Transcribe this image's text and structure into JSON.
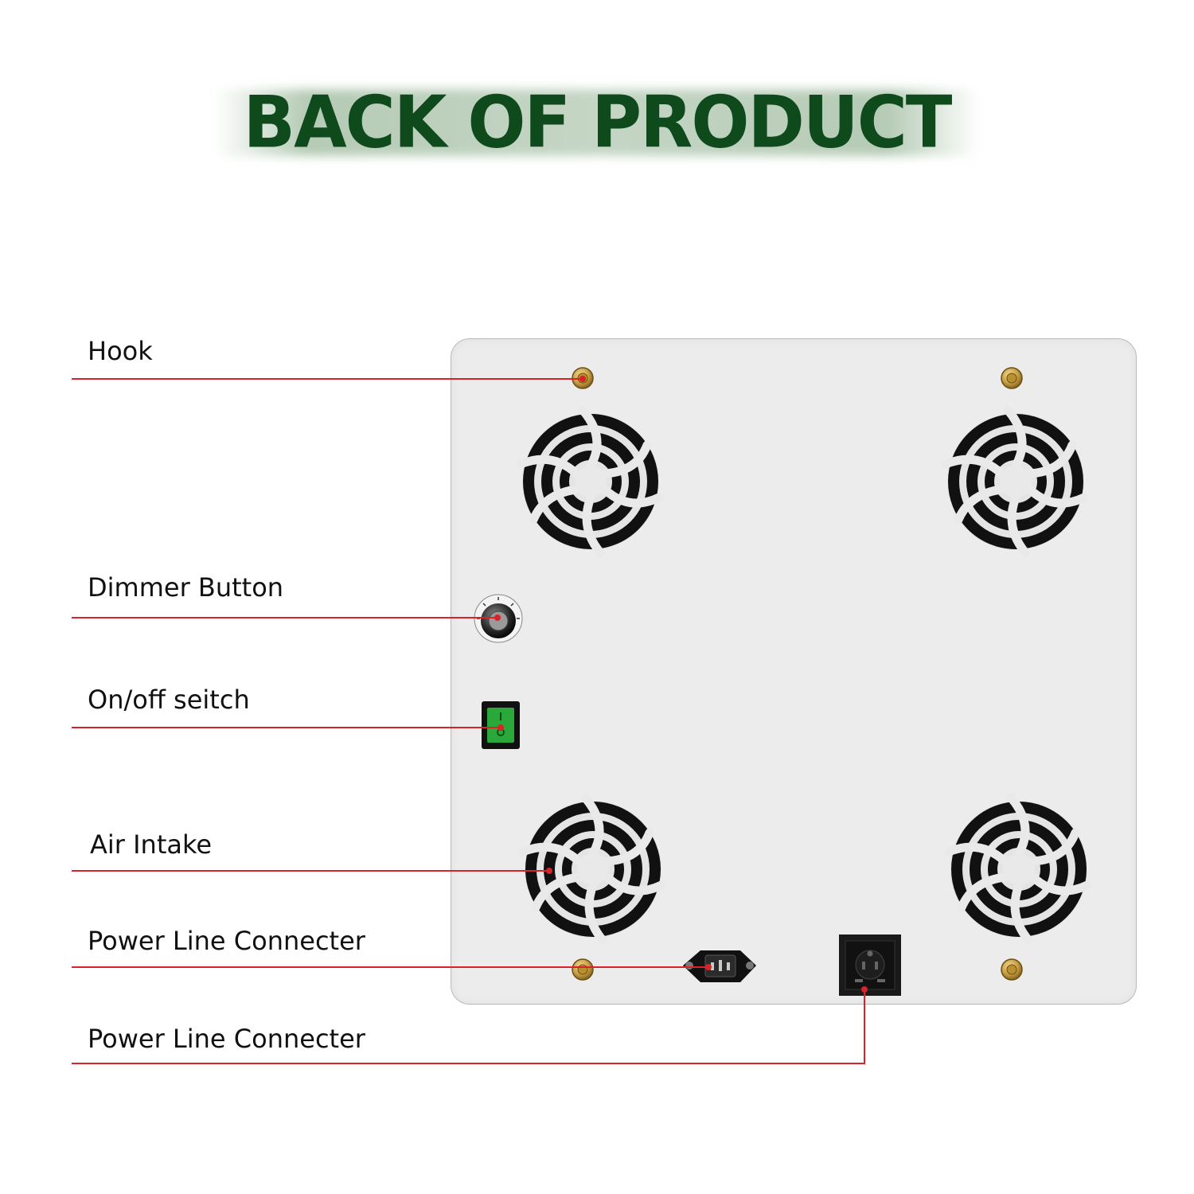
{
  "header": {
    "title": "BACK OF PRODUCT"
  },
  "callouts": [
    {
      "id": "hook",
      "label": "Hook"
    },
    {
      "id": "dimmer",
      "label": "Dimmer Button"
    },
    {
      "id": "switch",
      "label": "On/off seitch"
    },
    {
      "id": "air",
      "label": "Air Intake"
    },
    {
      "id": "power1",
      "label": "Power Line Connecter"
    },
    {
      "id": "power2",
      "label": "Power Line Connecter"
    }
  ],
  "switch": {
    "on_mark": "I",
    "off_mark": "O"
  },
  "colors": {
    "title_green": "#0f4a1c",
    "leader_red": "#d9232a",
    "switch_green": "#2aa83a",
    "panel": "#ececec",
    "fan_black": "#111111",
    "brass": "#c9a046"
  },
  "icons": [
    "hook-icon",
    "fan-grille-icon",
    "dimmer-knob-icon",
    "rocker-switch-icon",
    "iec-inlet-icon",
    "universal-socket-icon"
  ]
}
